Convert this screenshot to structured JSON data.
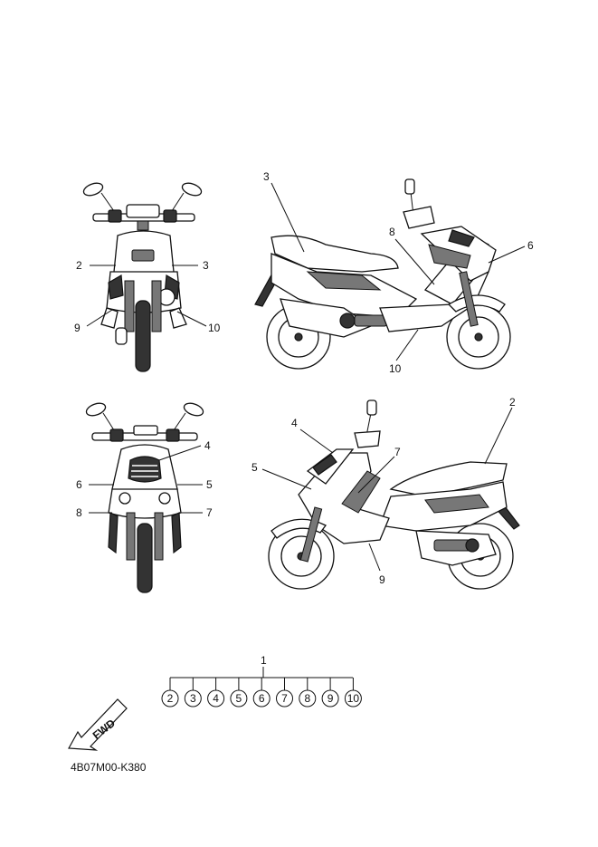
{
  "diagram": {
    "front_view_labels": {
      "left": "2",
      "right": "3",
      "bottom_left": "9",
      "bottom_right": "10"
    },
    "right_side_labels": {
      "seat": "3",
      "panel": "8",
      "front": "6",
      "under": "10"
    },
    "front_view2_labels": {
      "top": "4",
      "left_upper": "6",
      "right_upper": "5",
      "left_lower": "8",
      "right_lower": "7"
    },
    "left_side_labels": {
      "front_top": "4",
      "front": "5",
      "panel": "7",
      "rear": "2",
      "under": "9"
    },
    "kit": {
      "label": "1",
      "items": [
        "2",
        "3",
        "4",
        "5",
        "6",
        "7",
        "8",
        "9",
        "10"
      ]
    },
    "fwd_text": "FWD",
    "part_code": "4B07M00-K380"
  }
}
